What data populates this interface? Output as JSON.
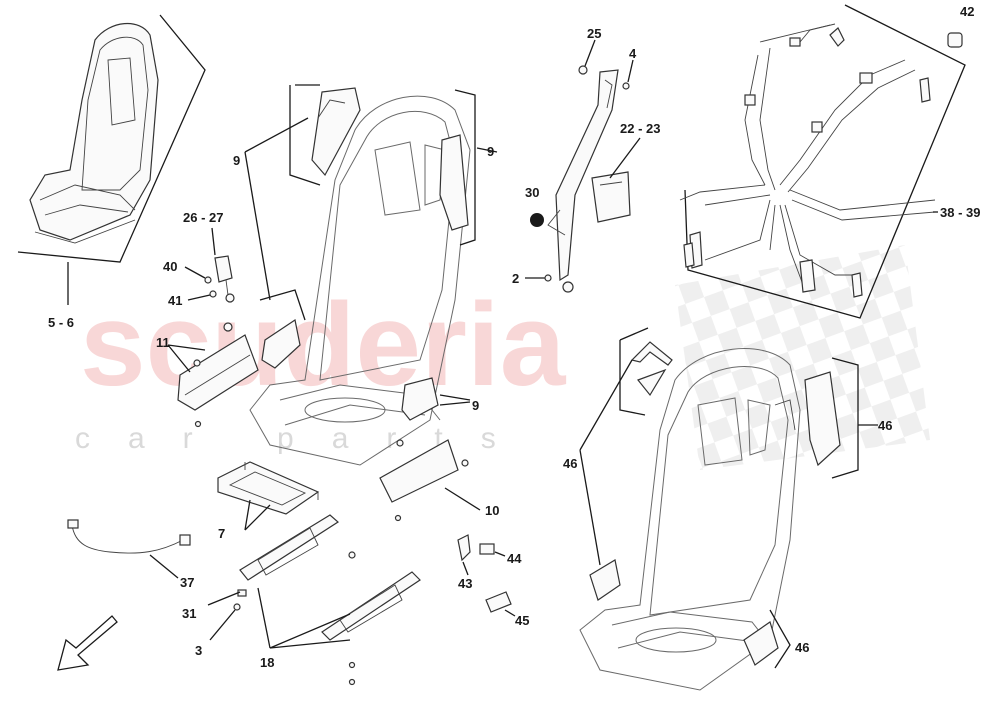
{
  "watermark": {
    "brand": "scuderia",
    "sub": "car parts"
  },
  "labels": {
    "l5_6": "5 - 6",
    "l9a": "9",
    "l9b": "9",
    "l9c": "9",
    "l26_27": "26 - 27",
    "l40": "40",
    "l41": "41",
    "l11": "11",
    "l7": "7",
    "l10": "10",
    "l37": "37",
    "l31": "31",
    "l3": "3",
    "l18": "18",
    "l43": "43",
    "l44": "44",
    "l45": "45",
    "l25": "25",
    "l4": "4",
    "l22_23": "22 - 23",
    "l30": "30",
    "l2": "2",
    "l42": "42",
    "l38_39": "38 - 39",
    "l46a": "46",
    "l46b": "46",
    "l46c": "46"
  },
  "colors": {
    "watermark": "#f3b6b6",
    "ink": "#1a1a1a",
    "checker": "#e6e6e6"
  }
}
